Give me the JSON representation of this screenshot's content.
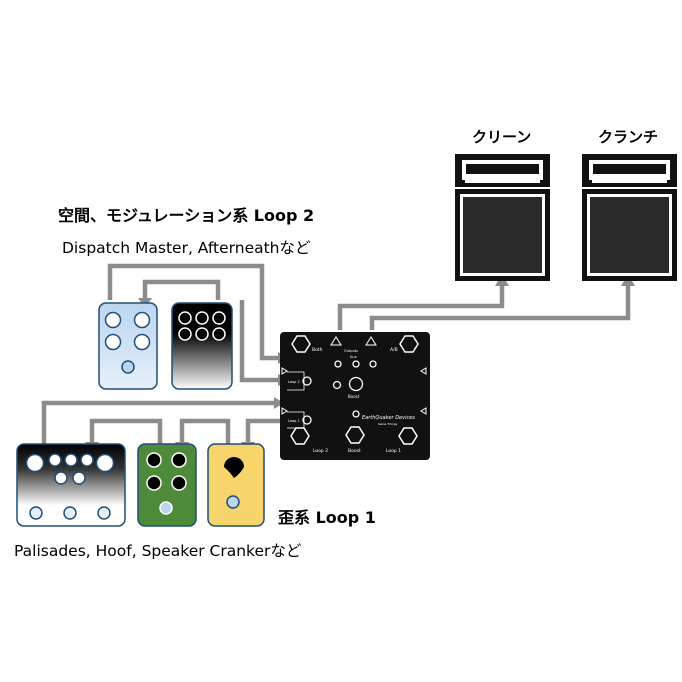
{
  "amps": {
    "clean": "クリーン",
    "crunch": "クランチ"
  },
  "loop2": {
    "title": "空間、モジュレーション系 Loop 2",
    "pedals": "Dispatch Master, Afterneathなど"
  },
  "loop1": {
    "title": "歪系 Loop 1",
    "pedals": "Palisades,  Hoof, Speaker Crankerなど"
  },
  "switcher": {
    "labels": {
      "both": "Both",
      "outputs": "Outputs",
      "ab": "A/B",
      "aux": "Aux",
      "loop2_jack": "Loop 2",
      "loop1_jack": "Loop 1",
      "boost": "Boost",
      "brand": "EarthQuaker Devices",
      "brand_sub": "Swiss Things",
      "loop2": "Loop 2",
      "loop1": "Loop 1",
      "boost_fs": "Boost"
    }
  },
  "colors": {
    "cable": "#8c8c8c",
    "loop2_pedal_a": "#c5dcf0",
    "loop1_pedal_green": "#4d8b3a",
    "loop1_pedal_yellow": "#f7d56b",
    "pedal_border": "#1f4e79",
    "switcher_body": "#111111"
  }
}
